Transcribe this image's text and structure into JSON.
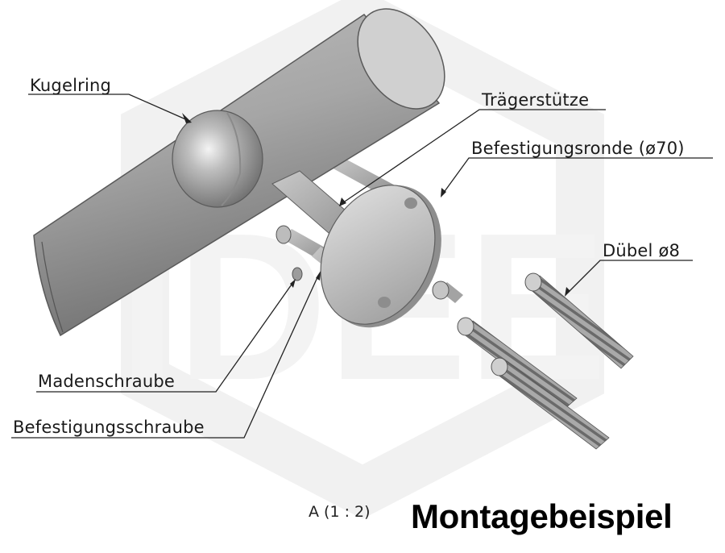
{
  "watermark": {
    "text": "IDEE"
  },
  "labels": {
    "kugelring": "Kugelring",
    "traegerstuetze": "Trägerstütze",
    "befestigungsronde": "Befestigungsronde (ø70)",
    "duebel": "Dübel ø8",
    "madenschraube": "Madenschraube",
    "befestigungsschraube": "Befestigungsschraube"
  },
  "view_scale": "A  (1 : 2)",
  "title": "Montagebeispiel",
  "colors": {
    "part_light": "#d4d4d4",
    "part_mid": "#9e9e9e",
    "part_dark": "#6e6e6e",
    "watermark": "#f1f1f1",
    "leader": "#222222"
  }
}
